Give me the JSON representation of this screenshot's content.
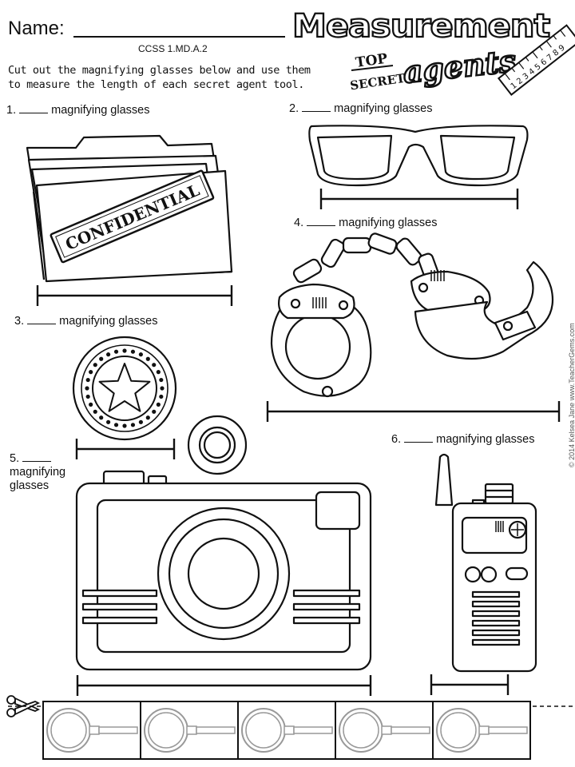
{
  "header": {
    "name_label": "Name:",
    "standard": "CCSS 1.MD.A.2",
    "title_word": "Measurement",
    "title_badge_top": "TOP",
    "title_badge_secret": "SECRET",
    "title_script": "agents",
    "ruler_numbers": "123456789"
  },
  "instructions": "Cut out the magnifying glasses below and use them to measure the length of each secret agent tool.",
  "items": [
    {
      "number": "1.",
      "unit": "magnifying glasses",
      "tool": "confidential folder",
      "stamp_text": "CONFIDENTIAL"
    },
    {
      "number": "2.",
      "unit": "magnifying glasses",
      "tool": "sunglasses"
    },
    {
      "number": "3.",
      "unit": "magnifying glasses",
      "tool": "badge"
    },
    {
      "number": "4.",
      "unit": "magnifying glasses",
      "tool": "handcuffs"
    },
    {
      "number": "5.",
      "unit": "magnifying",
      "unit_line2": "glasses",
      "tool": "camera"
    },
    {
      "number": "6.",
      "unit": "magnifying glasses",
      "tool": "walkie-talkie"
    }
  ],
  "cutout": {
    "icon": "scissors-icon",
    "count": 5,
    "piece_icon": "magnifying-glass-icon"
  },
  "copyright": "© 2014 Kelsea Jane www.TeacherGems.com"
}
